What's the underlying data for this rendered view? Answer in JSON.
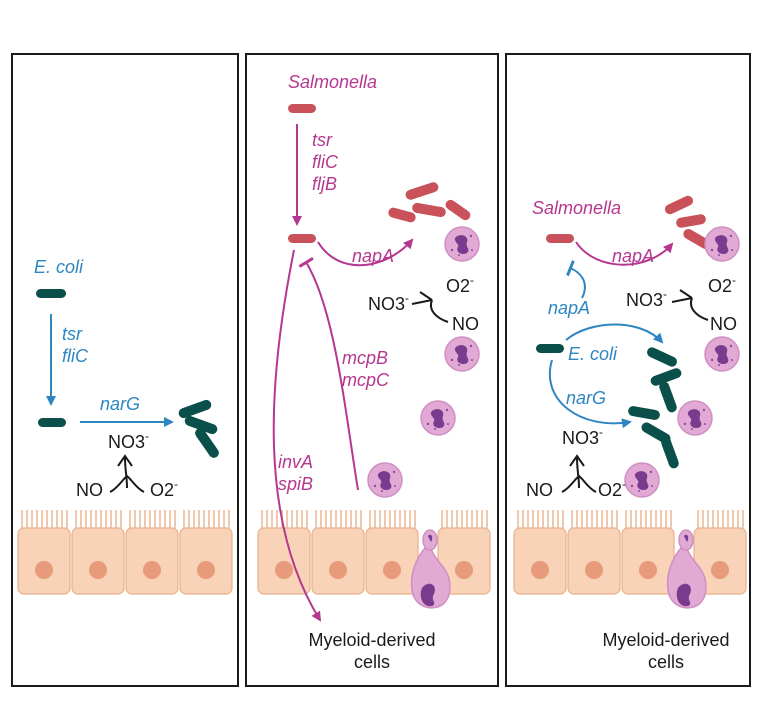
{
  "colors": {
    "salmonella": "#b5378f",
    "ecoli": "#2e86c1",
    "ecoli_bacterium": "#0b4f4a",
    "salmonella_bacterium": "#c9525a",
    "epithelium": "#f8d3b8",
    "myeloid_cell": "#e2a9d5"
  },
  "panel1": {
    "organism": "E. coli",
    "genes_motility": [
      "tsr",
      "fliC"
    ],
    "gene_respiration": "narG",
    "nitrate": "NO3",
    "nitrate_charge": "-",
    "nitric_oxide": "NO",
    "superoxide": "O2",
    "superoxide_charge": "-"
  },
  "panel2": {
    "organism": "Salmonella",
    "genes_motility": [
      "tsr",
      "fliC",
      "fljB"
    ],
    "gene_respiration": "napA",
    "genes_chemotaxis": [
      "mcpB",
      "mcpC"
    ],
    "genes_invasion": [
      "invA",
      "spiB"
    ],
    "nitrate": "NO3",
    "nitrate_charge": "-",
    "nitric_oxide": "NO",
    "superoxide": "O2",
    "superoxide_charge": "-",
    "caption": [
      "Myeloid-derived",
      "cells"
    ]
  },
  "panel3": {
    "organism_salmonella": "Salmonella",
    "organism_ecoli": "E. coli",
    "salmonella_gene": "napA",
    "ecoli_gene_inhibit": "napA",
    "ecoli_gene_respiration": "narG",
    "nitrate_top": "NO3",
    "nitrate_top_charge": "-",
    "superoxide_top": "O2",
    "superoxide_top_charge": "-",
    "nitric_oxide_top": "NO",
    "nitrate_bottom": "NO3",
    "nitrate_bottom_charge": "-",
    "nitric_oxide_bottom": "NO",
    "superoxide_bottom": "O2",
    "superoxide_bottom_charge": "-",
    "caption": [
      "Myeloid-derived",
      "cells"
    ]
  }
}
